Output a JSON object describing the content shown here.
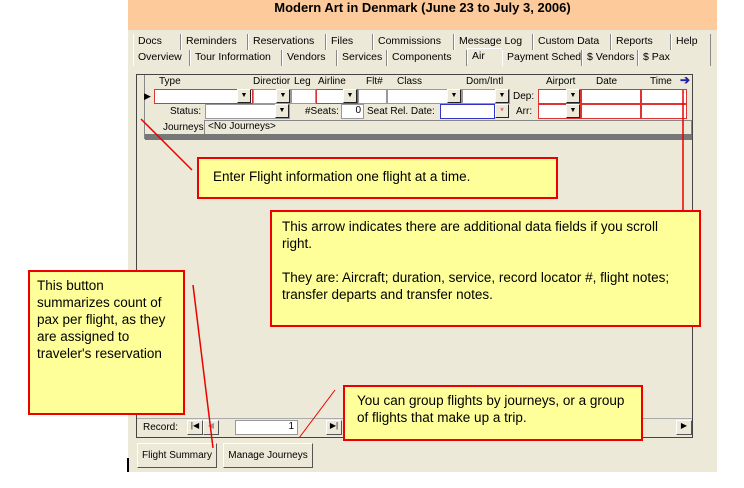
{
  "window": {
    "title": "Modern Art in Denmark (June 23 to July 3, 2006)"
  },
  "tabs_row1": [
    "Docs",
    "Reminders",
    "Reservations",
    "Files",
    "Commissions",
    "Message Log",
    "Custom Data",
    "Reports",
    "Help"
  ],
  "tabs_row2": [
    "Overview",
    "Tour Information",
    "Vendors",
    "Services",
    "Components",
    "Air",
    "Payment Sched.",
    "$ Vendors",
    "$ Pax"
  ],
  "active_tab": "Air",
  "grid": {
    "headers": {
      "type": "Type",
      "direction": "Directior",
      "leg": "Leg",
      "airline": "Airline",
      "flt": "Flt#",
      "class": "Class",
      "dom": "Dom/Intl",
      "airport": "Airport",
      "date": "Date",
      "time": "Time"
    },
    "dep_label": "Dep:",
    "arr_label": "Arr:",
    "status_label": "Status:",
    "seats_label": "#Seats:",
    "seats_value": "0",
    "seat_rel_label": "Seat Rel. Date:",
    "journeys_label": "Journeys:",
    "journeys_value": "<No Journeys>"
  },
  "record_nav": {
    "label": "Record:",
    "value": "1"
  },
  "buttons": {
    "flight_summary": "Flight Summary",
    "manage_journeys": "Manage Journeys"
  },
  "callouts": {
    "c1": "Enter Flight information one flight at a time.",
    "c2a": "This arrow indicates there are additional data fields if you scroll right.",
    "c2b": "They are: Aircraft; duration, service, record locator #, flight notes; transfer departs and transfer notes.",
    "c3": "This button summarizes count of pax per flight, as they are assigned to traveler's reservation",
    "c4": "You can group flights by journeys, or a group of flights that make up a trip."
  }
}
